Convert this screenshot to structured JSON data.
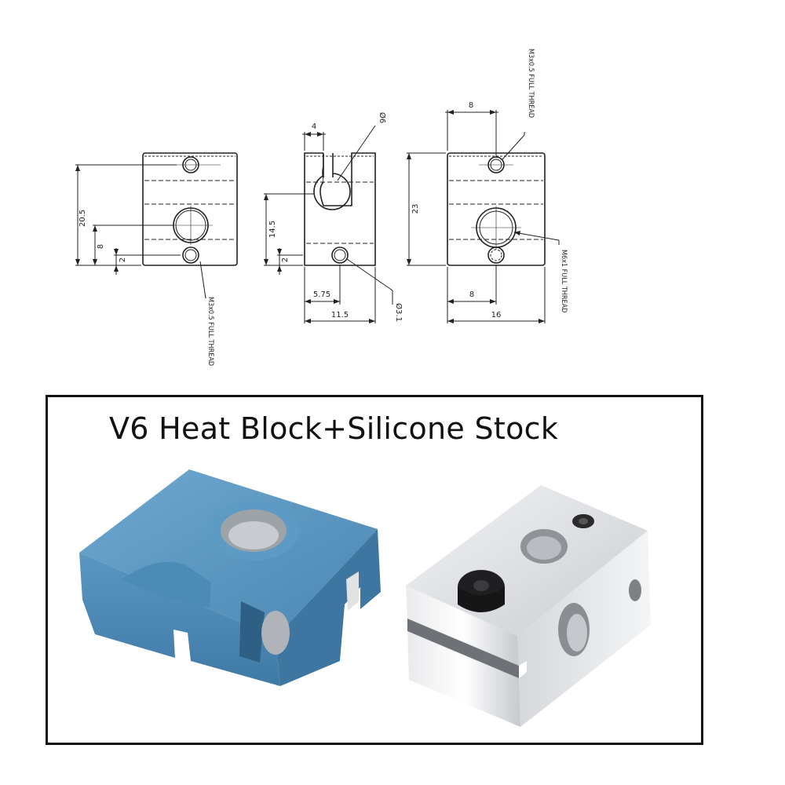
{
  "drawing": {
    "left_view": {
      "dim_height": "20.5",
      "dim_center": "8",
      "dim_small": "2",
      "thread_note": "M3x0.5 FULL THREAD"
    },
    "middle_view": {
      "dim_top": "4",
      "dim_slot": "Ø6",
      "dim_height": "14.5",
      "dim_small": "2",
      "dim_offset": "5.75",
      "dim_width": "11.5",
      "dim_hole": "Ø3.1"
    },
    "right_view": {
      "dim_top": "8",
      "dim_height": "23",
      "dim_offset": "8",
      "dim_width": "16",
      "thread_note_top": "M3x0.5 FULL THREAD",
      "thread_note_side": "M6x1 FULL THREAD"
    }
  },
  "photo": {
    "title": "V6 Heat Block+Silicone Stock",
    "colors": {
      "silicone": "#4f8fba",
      "aluminum": "#d6d8db",
      "frame": "#111111"
    }
  }
}
